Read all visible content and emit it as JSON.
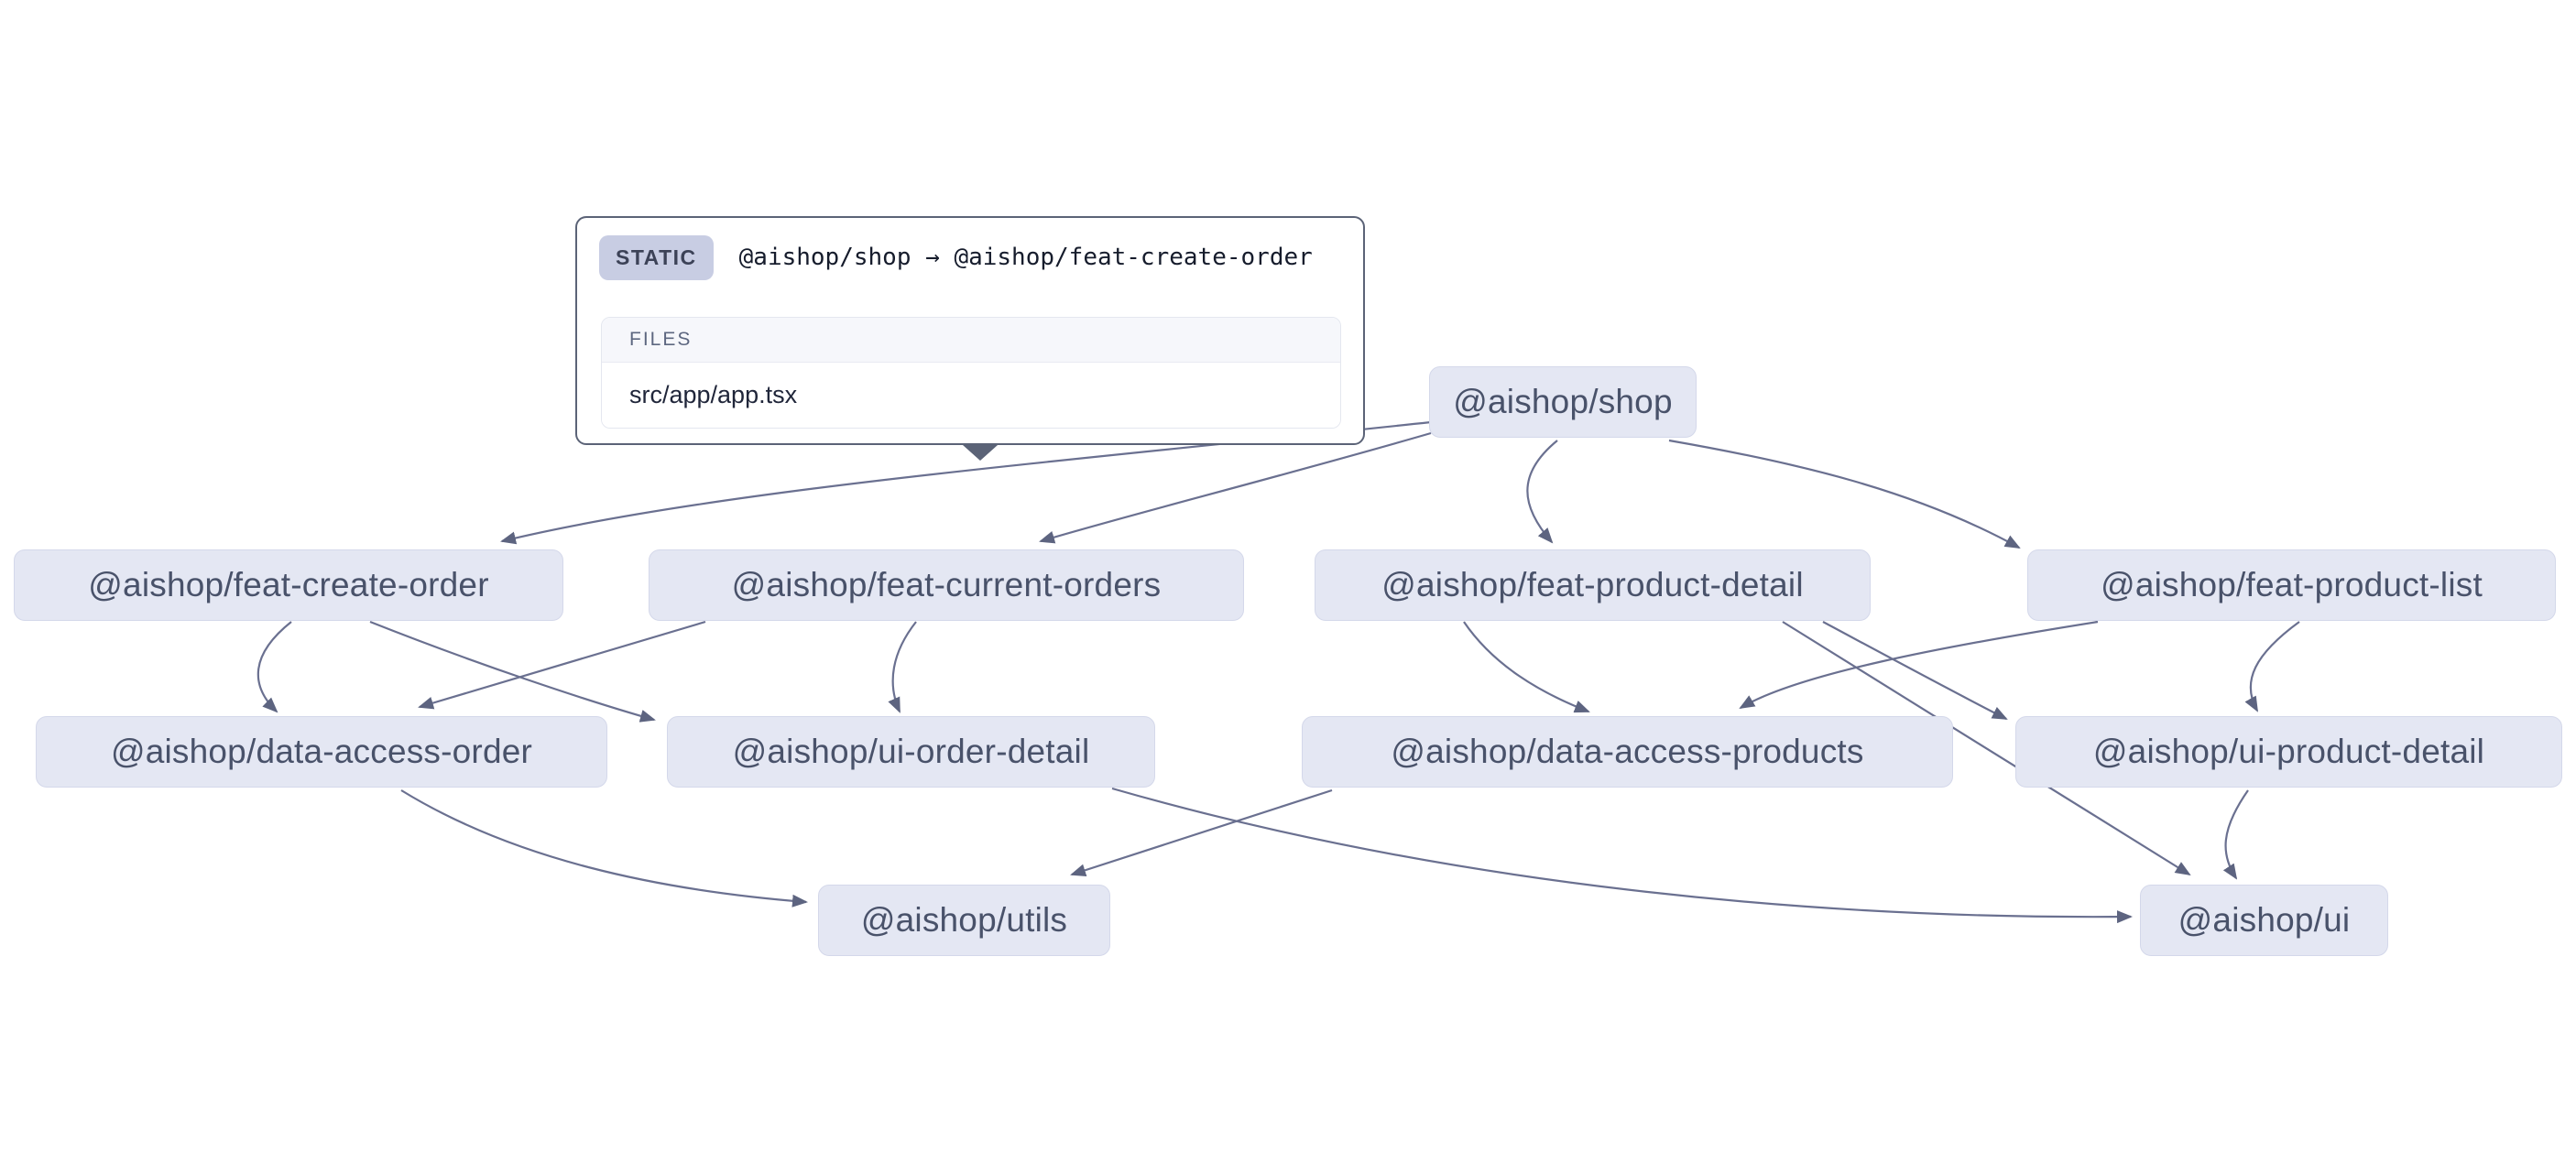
{
  "tooltip": {
    "type_badge": "STATIC",
    "label": "@aishop/shop → @aishop/feat-create-order",
    "source": "@aishop/shop",
    "target": "@aishop/feat-create-order",
    "files_heading": "FILES",
    "files": [
      "src/app/app.tsx"
    ]
  },
  "graph": {
    "nodes": [
      {
        "id": "shop",
        "label": "@aishop/shop"
      },
      {
        "id": "feat-create-order",
        "label": "@aishop/feat-create-order"
      },
      {
        "id": "feat-current-orders",
        "label": "@aishop/feat-current-orders"
      },
      {
        "id": "feat-product-detail",
        "label": "@aishop/feat-product-detail"
      },
      {
        "id": "feat-product-list",
        "label": "@aishop/feat-product-list"
      },
      {
        "id": "data-access-order",
        "label": "@aishop/data-access-order"
      },
      {
        "id": "ui-order-detail",
        "label": "@aishop/ui-order-detail"
      },
      {
        "id": "data-access-products",
        "label": "@aishop/data-access-products"
      },
      {
        "id": "ui-product-detail",
        "label": "@aishop/ui-product-detail"
      },
      {
        "id": "utils",
        "label": "@aishop/utils"
      },
      {
        "id": "ui",
        "label": "@aishop/ui"
      }
    ],
    "edges": [
      {
        "source": "@aishop/shop",
        "target": "@aishop/feat-create-order",
        "type": "static",
        "hovered": true
      },
      {
        "source": "@aishop/shop",
        "target": "@aishop/feat-current-orders",
        "type": "static"
      },
      {
        "source": "@aishop/shop",
        "target": "@aishop/feat-product-detail",
        "type": "static"
      },
      {
        "source": "@aishop/shop",
        "target": "@aishop/feat-product-list",
        "type": "static"
      },
      {
        "source": "@aishop/feat-create-order",
        "target": "@aishop/data-access-order",
        "type": "static"
      },
      {
        "source": "@aishop/feat-create-order",
        "target": "@aishop/ui-order-detail",
        "type": "static"
      },
      {
        "source": "@aishop/feat-current-orders",
        "target": "@aishop/data-access-order",
        "type": "static"
      },
      {
        "source": "@aishop/feat-current-orders",
        "target": "@aishop/ui-order-detail",
        "type": "static"
      },
      {
        "source": "@aishop/feat-product-detail",
        "target": "@aishop/data-access-products",
        "type": "static"
      },
      {
        "source": "@aishop/feat-product-detail",
        "target": "@aishop/ui-product-detail",
        "type": "static"
      },
      {
        "source": "@aishop/feat-product-detail",
        "target": "@aishop/ui",
        "type": "static"
      },
      {
        "source": "@aishop/feat-product-list",
        "target": "@aishop/data-access-products",
        "type": "static"
      },
      {
        "source": "@aishop/feat-product-list",
        "target": "@aishop/ui-product-detail",
        "type": "static"
      },
      {
        "source": "@aishop/data-access-order",
        "target": "@aishop/utils",
        "type": "static"
      },
      {
        "source": "@aishop/data-access-products",
        "target": "@aishop/utils",
        "type": "static"
      },
      {
        "source": "@aishop/ui-order-detail",
        "target": "@aishop/ui",
        "type": "static"
      },
      {
        "source": "@aishop/ui-product-detail",
        "target": "@aishop/ui",
        "type": "static"
      }
    ]
  },
  "colors": {
    "background": "#ffffff",
    "node_fill": "#e4e7f3",
    "node_border": "#d4d8ea",
    "node_text": "#49526a",
    "edge": "#6a7090",
    "tooltip_border": "#5b6377",
    "badge_bg": "#c8cde3",
    "badge_text": "#3c4257",
    "files_header_bg": "#f6f7fb",
    "files_header_text": "#5d6780",
    "file_text": "#20263a"
  }
}
